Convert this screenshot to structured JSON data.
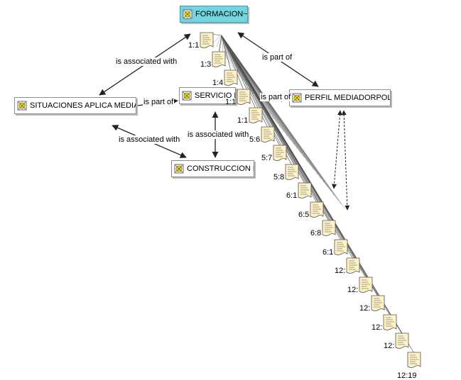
{
  "colors": {
    "selected_fill": "#73d5e0",
    "edge": "#333333",
    "node_border": "#8c8c8c",
    "doc_fill": "#fff2c4"
  },
  "nodes": {
    "formacion": {
      "label": "FORMACION~",
      "icon": "code-icon"
    },
    "situaciones": {
      "label": "SITUACIONES APLICA MEDIACION",
      "icon": "code-icon"
    },
    "servicio": {
      "label": "SERVICIO PCB",
      "icon": "code-icon"
    },
    "perfil": {
      "label": "PERFIL MEDIADORPOLICIAL",
      "icon": "code-icon"
    },
    "construccion": {
      "label": "CONSTRUCCION PAZ",
      "icon": "code-icon"
    }
  },
  "edges": {
    "formacion_situaciones": "is associated with",
    "formacion_perfil": "is part of",
    "situaciones_servicio": "is part of",
    "servicio_perfil": "is part of",
    "servicio_construccion": "is associated with",
    "situaciones_construccion": "is associated with"
  },
  "quotations": [
    "1:1",
    "1:3",
    "1:4",
    "1:1",
    "1:1",
    "5:6",
    "5:7",
    "5:8",
    "6:1",
    "6:5",
    "6:8",
    "6:1",
    "12:",
    "12:",
    "12:",
    "12:",
    "12:",
    "12:19"
  ]
}
